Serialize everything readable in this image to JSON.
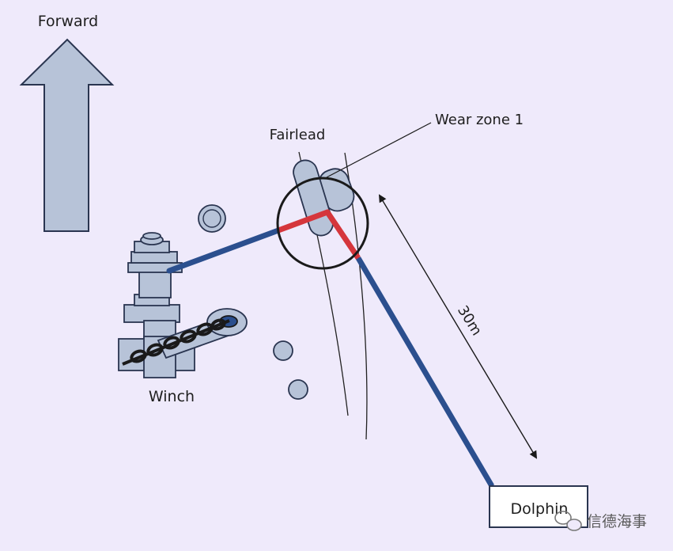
{
  "labels": {
    "forward": "Forward",
    "fairlead": "Fairlead",
    "wear_zone": "Wear zone 1",
    "distance": "30m",
    "winch": "Winch",
    "dolphin": "Dolphin"
  },
  "watermark": {
    "text": "信德海事",
    "icon": "wechat-icon"
  },
  "colors": {
    "background": "#efeafb",
    "component_fill": "#b7c3d8",
    "line_main": "#2b4f8e",
    "line_wear": "#d5363c",
    "outline": "#2a2a2a"
  }
}
